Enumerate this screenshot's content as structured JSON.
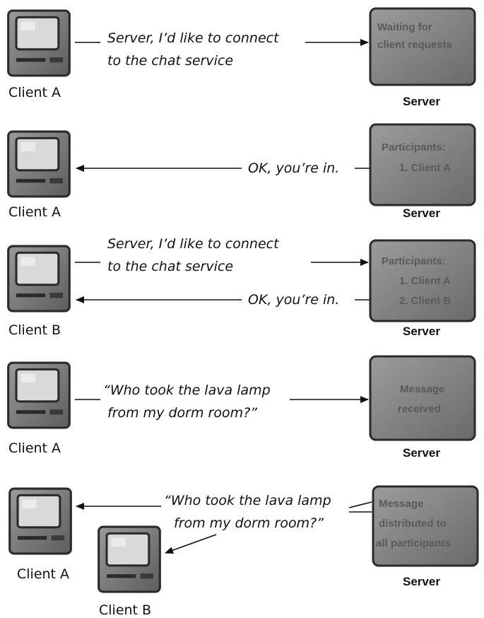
{
  "steps": [
    {
      "message_lines": [
        "Server, I’d like to connect",
        "to the chat service"
      ],
      "client_label": "Client A",
      "server_box": [
        "Waiting for",
        "client requests"
      ],
      "server_label": "Server"
    },
    {
      "response": "OK, you’re in.",
      "client_label": "Client A",
      "server_box": [
        "Participants:",
        "1. Client A"
      ],
      "server_label": "Server"
    },
    {
      "message_lines": [
        "Server, I’d like to connect",
        "to the chat service"
      ],
      "response": "OK, you’re in.",
      "client_label": "Client B",
      "server_box": [
        "Participants:",
        "1. Client A",
        "2. Client B"
      ],
      "server_label": "Server"
    },
    {
      "message_lines": [
        "“Who took the lava lamp",
        "from my dorm room?”"
      ],
      "client_label": "Client A",
      "server_box": [
        "Message",
        "received"
      ],
      "server_label": "Server"
    },
    {
      "message_lines": [
        "“Who took the lava lamp",
        "from my dorm room?”"
      ],
      "client_a_label": "Client A",
      "client_b_label": "Client B",
      "server_box": [
        "Message",
        "distributed to",
        "all participants"
      ],
      "server_label": "Server"
    }
  ]
}
